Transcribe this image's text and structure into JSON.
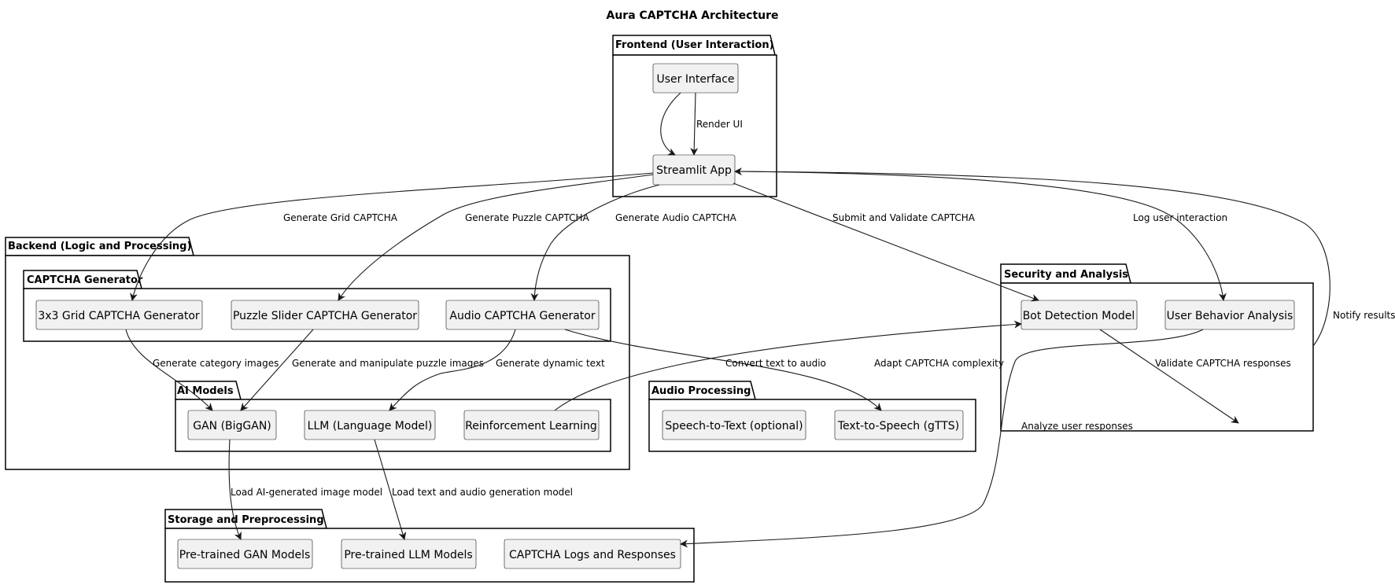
{
  "title": "Aura CAPTCHA Architecture",
  "packages": {
    "frontend": "Frontend (User Interaction)",
    "backend": "Backend (Logic and Processing)",
    "captcha_generator": "CAPTCHA Generator",
    "ai_models": "AI Models",
    "audio_processing": "Audio Processing",
    "security": "Security and Analysis",
    "storage": "Storage and Preprocessing"
  },
  "nodes": {
    "user_interface": "User Interface",
    "streamlit_app": "Streamlit App",
    "grid_generator": "3x3 Grid CAPTCHA Generator",
    "puzzle_generator": "Puzzle Slider CAPTCHA Generator",
    "audio_generator": "Audio CAPTCHA Generator",
    "gan": "GAN (BigGAN)",
    "llm": "LLM (Language Model)",
    "rl": "Reinforcement Learning",
    "stt": "Speech-to-Text (optional)",
    "tts": "Text-to-Speech (gTTS)",
    "bot_detection": "Bot Detection Model",
    "user_behavior": "User Behavior Analysis",
    "gan_models": "Pre-trained GAN Models",
    "llm_models": "Pre-trained LLM Models",
    "captcha_logs": "CAPTCHA Logs and Responses"
  },
  "edges": {
    "render_ui": "Render UI",
    "gen_grid": "Generate Grid CAPTCHA",
    "gen_puzzle": "Generate Puzzle CAPTCHA",
    "gen_audio": "Generate Audio CAPTCHA",
    "submit_validate": "Submit and Validate CAPTCHA",
    "log_interaction": "Log user interaction",
    "gen_category_images": "Generate category images",
    "gen_puzzle_images": "Generate and manipulate puzzle images",
    "gen_dynamic_text": "Generate dynamic text",
    "convert_audio": "Convert text to audio",
    "adapt_complexity": "Adapt CAPTCHA complexity",
    "validate_responses": "Validate CAPTCHA responses",
    "notify_results": "Notify results",
    "analyze_responses": "Analyze user responses",
    "load_image_model": "Load AI-generated image model",
    "load_text_model": "Load text and audio generation model"
  }
}
